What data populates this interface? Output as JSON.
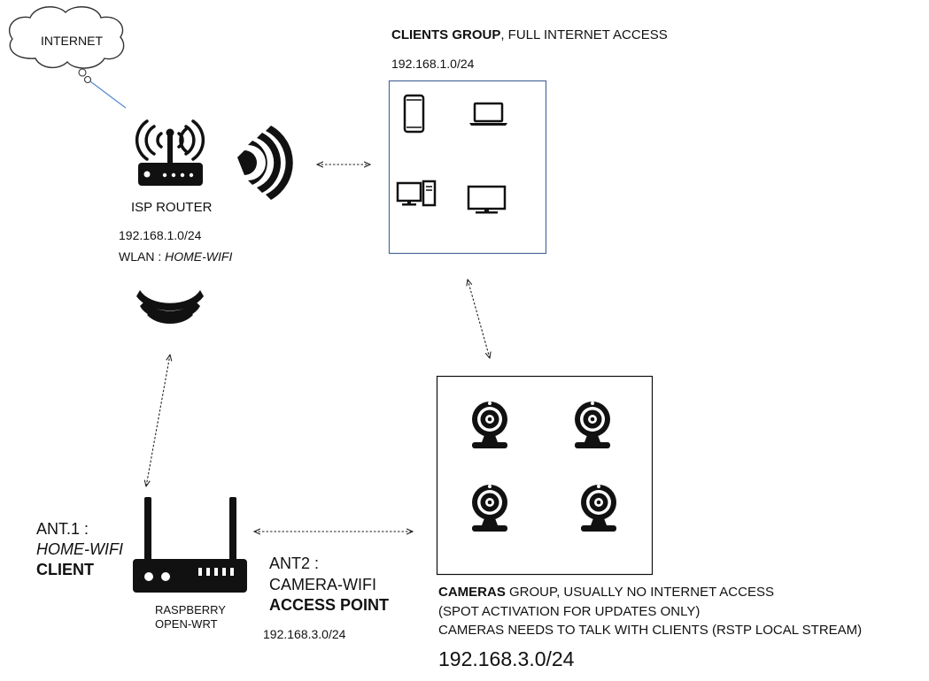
{
  "cloud": {
    "label": "INTERNET"
  },
  "isp_router": {
    "name": "ISP ROUTER",
    "subnet": "192.168.1.0/24",
    "wlan_prefix": "WLAN : ",
    "wlan_ssid": "HOME-WIFI"
  },
  "clients_group": {
    "title_bold": "CLIENTS GROUP",
    "title_rest": ", FULL INTERNET ACCESS",
    "subnet": "192.168.1.0/24",
    "devices": [
      "phone-icon",
      "laptop-icon",
      "desktop-icon",
      "monitor-icon"
    ]
  },
  "raspberry": {
    "ant1_label": "ANT.1 :",
    "ant1_ssid": "HOME-WIFI",
    "ant1_role": "CLIENT",
    "ant2_label": "ANT2 :",
    "ant2_ssid": "CAMERA-WIFI",
    "ant2_role": "ACCESS POINT",
    "device_line1": "RASPBERRY",
    "device_line2": "OPEN-WRT",
    "subnet": "192.168.3.0/24"
  },
  "cameras_group": {
    "title_bold": "CAMERAS",
    "title_rest": " GROUP, USUALLY NO INTERNET ACCESS",
    "line2": "(SPOT ACTIVATION FOR UPDATES ONLY)",
    "line3": "CAMERAS NEEDS TO TALK WITH CLIENTS (RSTP LOCAL STREAM)",
    "subnet": "192.168.3.0/24",
    "devices": [
      "camera-icon",
      "camera-icon",
      "camera-icon",
      "camera-icon"
    ]
  }
}
